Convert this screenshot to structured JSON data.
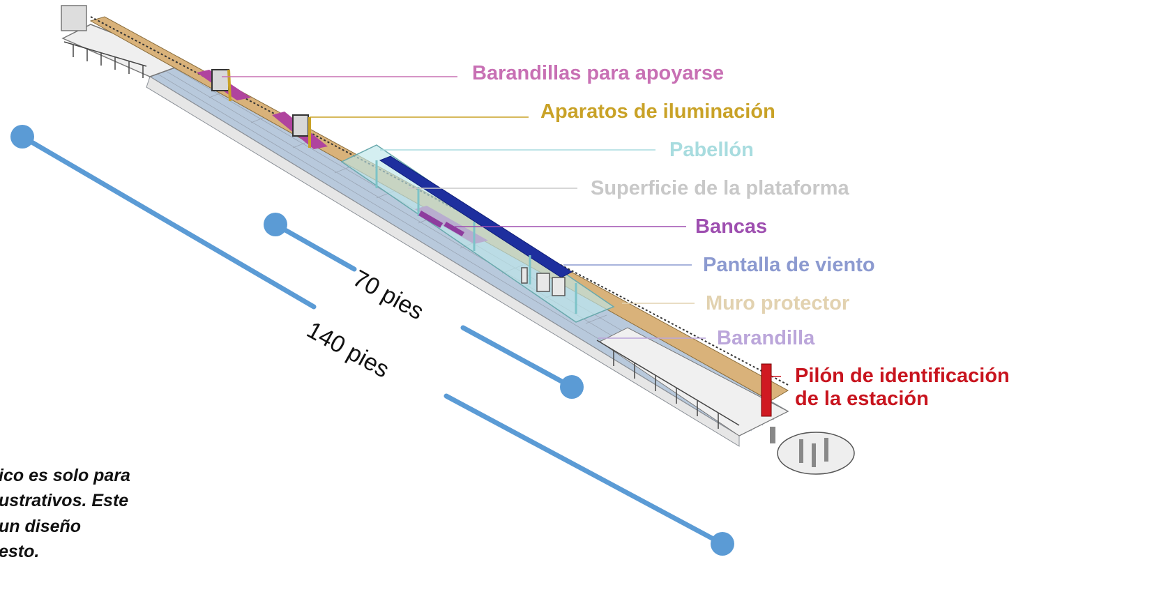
{
  "callouts": [
    {
      "id": "barandillas-apoyarse",
      "label": "Barandillas para apoyarse",
      "color": "#C870B4"
    },
    {
      "id": "iluminacion",
      "label": "Aparatos de iluminación",
      "color": "#C9A227"
    },
    {
      "id": "pabellon",
      "label": "Pabellón",
      "color": "#A8DCDF"
    },
    {
      "id": "superficie",
      "label": "Superficie de la plataforma",
      "color": "#C8C8C8"
    },
    {
      "id": "bancas",
      "label": "Bancas",
      "color": "#9E4FB0"
    },
    {
      "id": "pantalla-viento",
      "label": "Pantalla de viento",
      "color": "#8C9AD0"
    },
    {
      "id": "muro-protector",
      "label": "Muro protector",
      "color": "#E2D2B0"
    },
    {
      "id": "barandilla",
      "label": "Barandilla",
      "color": "#BBA6DA"
    },
    {
      "id": "pilon",
      "label": "Pilón de identificación de la estación",
      "color": "#C8141E"
    }
  ],
  "dimensions": {
    "length_70": "70 pies",
    "length_140": "140 pies",
    "line_color": "#5B9BD5"
  },
  "disclaimer": {
    "line1": "ico es solo para",
    "line2": "ustrativos. Este",
    "line3": "un diseño",
    "line4": "esto."
  }
}
